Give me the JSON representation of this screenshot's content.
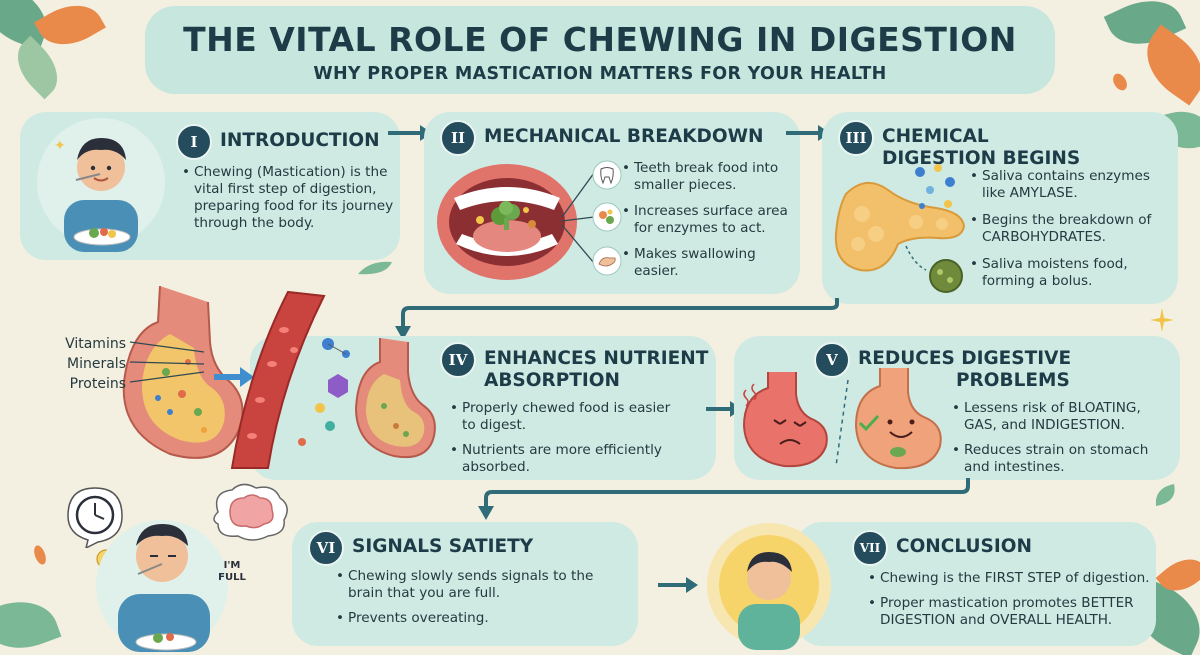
{
  "header": {
    "title": "THE VITAL ROLE OF CHEWING IN DIGESTION",
    "subtitle": "WHY PROPER MASTICATION MATTERS FOR YOUR HEALTH"
  },
  "colors": {
    "background": "#f4f0e1",
    "panel": "#cfe9e3",
    "banner": "#c6e6de",
    "numeral_badge": "#244c5c",
    "arrow": "#2f6c78",
    "stomach": "#e58b7c",
    "leaf_green": "#6aa88a",
    "leaf_orange": "#e98a4a"
  },
  "sections": {
    "s1": {
      "numeral": "I",
      "heading": "INTRODUCTION",
      "points": [
        "Chewing (Mastication) is the vital first step of digestion, preparing food for its journey through the body."
      ]
    },
    "s2": {
      "numeral": "II",
      "heading": "MECHANICAL BREAKDOWN",
      "points": [
        "Teeth break food into smaller pieces.",
        "Increases surface area for enzymes to act.",
        "Makes swallowing easier."
      ]
    },
    "s3": {
      "numeral": "III",
      "heading_line1": "CHEMICAL",
      "heading_line2": "DIGESTION BEGINS",
      "points": [
        "Saliva contains enzymes like AMYLASE.",
        "Begins the breakdown of CARBOHYDRATES.",
        "Saliva moistens food, forming a bolus."
      ]
    },
    "s4": {
      "numeral": "IV",
      "heading_line1": "ENHANCES NUTRIENT",
      "heading_line2": "ABSORPTION",
      "labels": [
        "Vitamins",
        "Minerals",
        "Proteins"
      ],
      "points": [
        "Properly chewed food is easier to digest.",
        "Nutrients are more efficiently absorbed."
      ]
    },
    "s5": {
      "numeral": "V",
      "heading_line1": "REDUCES DIGESTIVE",
      "heading_line2": "PROBLEMS",
      "points": [
        "Lessens risk of BLOATING, GAS, and INDIGESTION.",
        "Reduces strain on stomach and intestines."
      ]
    },
    "s6": {
      "numeral": "VI",
      "heading": "SIGNALS SATIETY",
      "bubble_text": "I'M FULL",
      "points": [
        "Chewing slowly sends signals to the brain that you are full.",
        "Prevents overeating."
      ]
    },
    "s7": {
      "numeral": "VII",
      "heading": "CONCLUSION",
      "points": [
        "Chewing is the FIRST STEP of digestion.",
        "Proper mastication promotes BETTER DIGESTION and OVERALL HEALTH."
      ]
    }
  },
  "icons": [
    "person-eating-icon",
    "mouth-icon",
    "tooth-icon",
    "food-particles-icon",
    "hand-icon",
    "pancreas-icon",
    "enzyme-icon",
    "bolus-icon",
    "stomach-icon",
    "blood-vessel-icon",
    "sad-stomach-icon",
    "happy-stomach-icon",
    "clock-icon",
    "brain-icon",
    "lightbulb-icon",
    "person-icon",
    "check-icon"
  ]
}
